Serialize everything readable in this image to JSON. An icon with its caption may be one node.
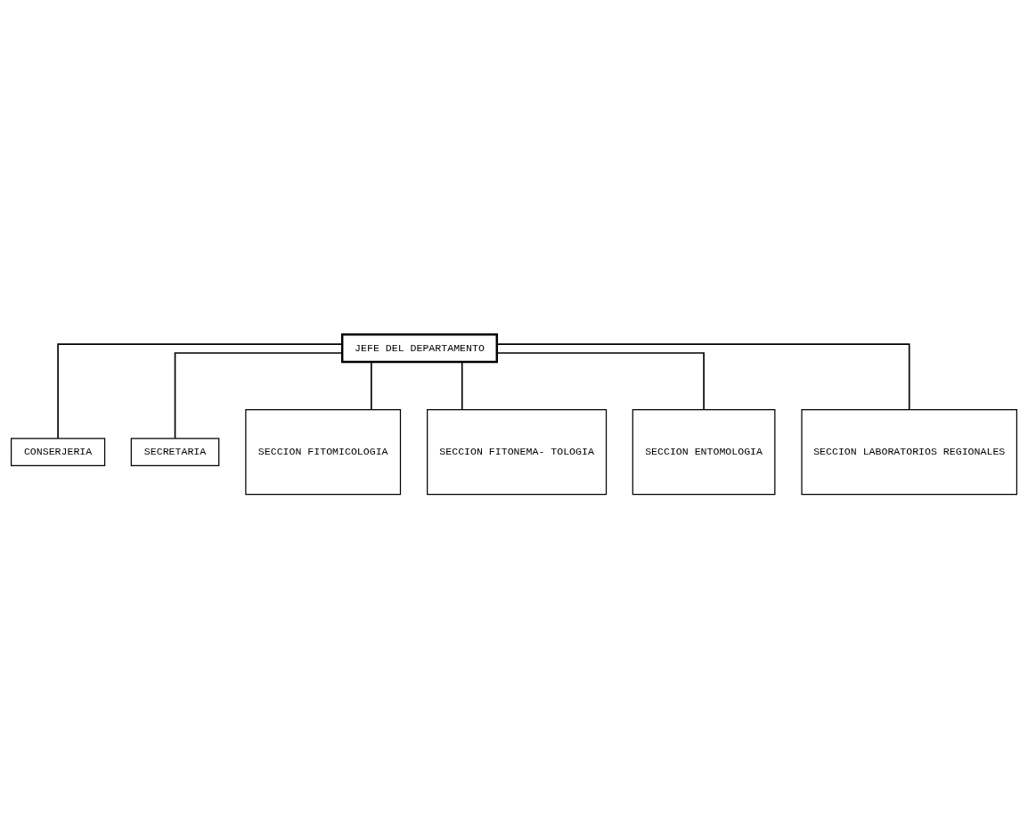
{
  "diagram": {
    "nodes": [
      {
        "text": [
          "JEFE DEL DEPARTAMENTO"
        ]
      },
      {
        "text": [
          "CONSERJERIA"
        ]
      },
      {
        "text": [
          "SECRETARIA"
        ]
      },
      {
        "text": [
          "SECCION FITOMICOLOGIA"
        ]
      },
      {
        "text": [
          "SECCION FITONEMA- TOLOGIA"
        ]
      },
      {
        "text": [
          "SECCION ENTOMOLOGIA"
        ]
      },
      {
        "text": [
          "SECCION LABORATORIOS REGIONALES"
        ]
      }
    ],
    "edges": [
      {
        "from": 0,
        "to": 1,
        "arrow": "none"
      },
      {
        "from": 0,
        "to": 2,
        "arrow": "none"
      },
      {
        "from": 0,
        "to": 3,
        "arrow": "none"
      },
      {
        "from": 0,
        "to": 4,
        "arrow": "none"
      },
      {
        "from": 0,
        "to": 5,
        "arrow": "none"
      },
      {
        "from": 0,
        "to": 6,
        "arrow": "none"
      }
    ]
  }
}
